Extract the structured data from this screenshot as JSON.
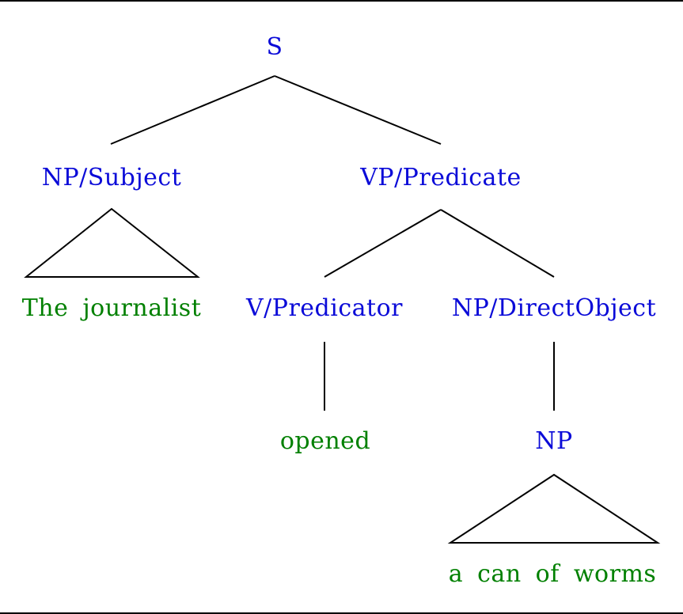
{
  "colors": {
    "nonterminal": "#0b0bd8",
    "terminal": "#008000",
    "edge": "#000000",
    "background": "#ffffff",
    "frame": "#000000"
  },
  "tree": {
    "label": "S",
    "children": [
      {
        "label": "NP/Subject",
        "leaf": "The journalist"
      },
      {
        "label": "VP/Predicate",
        "children": [
          {
            "label": "V/Predicator",
            "leaf": "opened"
          },
          {
            "label": "NP/DirectObject",
            "children": [
              {
                "label": "NP",
                "leaf": "a can of worms"
              }
            ]
          }
        ]
      }
    ]
  }
}
